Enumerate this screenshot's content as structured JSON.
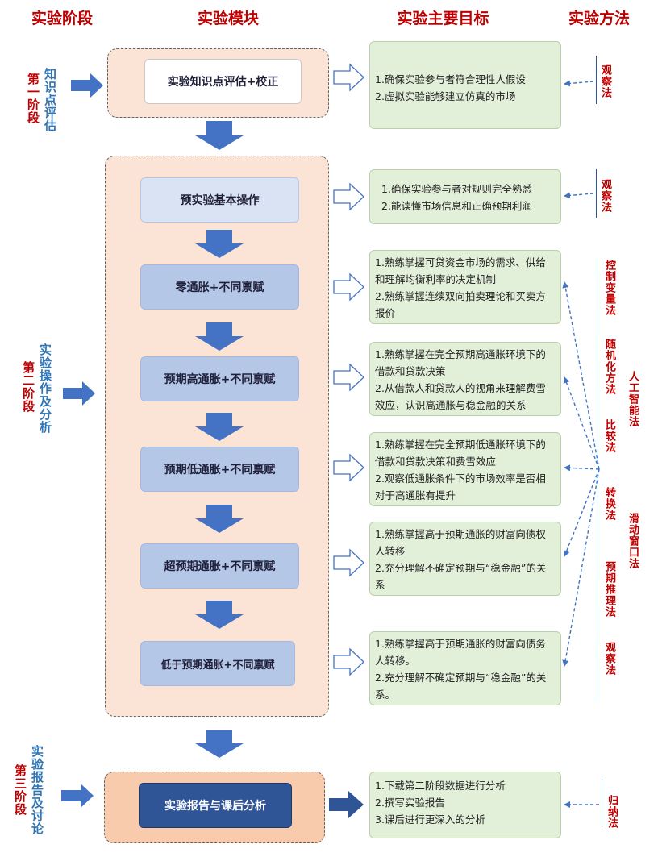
{
  "headers": {
    "stage": "实验阶段",
    "module": "实验模块",
    "goal": "实验主要目标",
    "method": "实验方法"
  },
  "stages": [
    {
      "name": "第一阶段",
      "topic": "知识点评估"
    },
    {
      "name": "第二阶段",
      "topic": "实验操作及分析"
    },
    {
      "name": "第三阶段",
      "topic": "实验报告及讨论"
    }
  ],
  "modules": [
    "实验知识点评估+校正",
    "预实验基本操作",
    "零通胀+不同禀赋",
    "预期高通胀+不同禀赋",
    "预期低通胀+不同禀赋",
    "超预期通胀+不同禀赋",
    "低于预期通胀+不同禀赋",
    "实验报告与课后分析"
  ],
  "goals": [
    [
      "1.确保实验参与者符合理性人假设",
      "2.虚拟实验能够建立仿真的市场"
    ],
    [
      "1.确保实验参与者对规则完全熟悉",
      "2.能读懂市场信息和正确预期利润"
    ],
    [
      "1.熟练掌握可贷资金市场的需求、供给和理解均衡利率的决定机制",
      "2.熟练掌握连续双向拍卖理论和买卖方报价"
    ],
    [
      "1.熟练掌握在完全预期高通胀环境下的借款和贷款决策",
      "2.从借款人和贷款人的视角来理解费雪效应，认识高通胀与稳金融的关系"
    ],
    [
      "1.熟练掌握在完全预期低通胀环境下的借款和贷款决策和费雪效应",
      "2.观察低通胀条件下的市场效率是否相对于高通胀有提升"
    ],
    [
      "1.熟练掌握高于预期通胀的财富向债权人转移",
      "2.充分理解不确定预期与“稳金融”的关系"
    ],
    [
      "1.熟练掌握高于预期通胀的财富向债务人转移。",
      "2.充分理解不确定预期与“稳金融”的关系。"
    ],
    [
      "1.下载第二阶段数据进行分析",
      "2.撰写实验报告",
      "3.课后进行更深入的分析"
    ]
  ],
  "methods": {
    "stage1": "观察法",
    "stage2_pre": "观察法",
    "stage2_list": [
      "控制变量法",
      "随机化方法",
      "比较法",
      "转换法",
      "预期推理法",
      "观察法"
    ],
    "stage2_side": [
      "人工智能法",
      "滑动窗口法"
    ],
    "stage3": "归纳法"
  },
  "colors": {
    "red": "#c00000",
    "blue": "#2e75b6",
    "arrow_blue": "#4472c4",
    "panel_peach": "#fbe4d5",
    "goal_green": "#e2efd9",
    "module_blue": "#b4c7e7",
    "module_dark": "#2f5597"
  }
}
